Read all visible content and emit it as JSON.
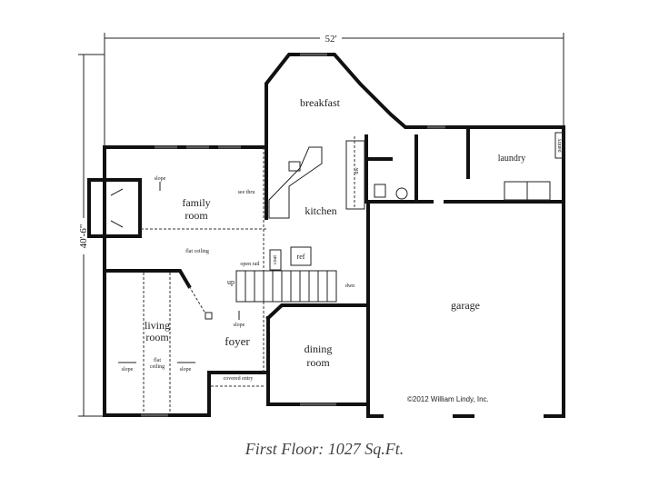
{
  "dimensions": {
    "width": "52'",
    "depth": "40'-6\""
  },
  "rooms": {
    "breakfast": "breakfast",
    "family_room_1": "family",
    "family_room_2": "room",
    "kitchen": "kitchen",
    "laundry": "laundry",
    "garage": "garage",
    "living_room_1": "living",
    "living_room_2": "room",
    "foyer": "foyer",
    "dining_room_1": "dining",
    "dining_room_2": "room"
  },
  "notes": {
    "slope_family": "slope",
    "flat_ceiling": "flat ceiling",
    "see_thru": "see thru",
    "open_rail": "open rail",
    "coat": "coat",
    "ref": "ref",
    "up": "up",
    "down": "dwn",
    "slope_foyer": "slope",
    "slope_left": "slope",
    "slope_right": "slope",
    "flat_ceiling_living_1": "flat",
    "flat_ceiling_living_2": "ceiling",
    "covered_entry": "covered entry",
    "dw": "dw",
    "pantry": "pantry"
  },
  "copyright": "©2012 William Lindy, Inc.",
  "caption": "First Floor:  1027 Sq.Ft."
}
